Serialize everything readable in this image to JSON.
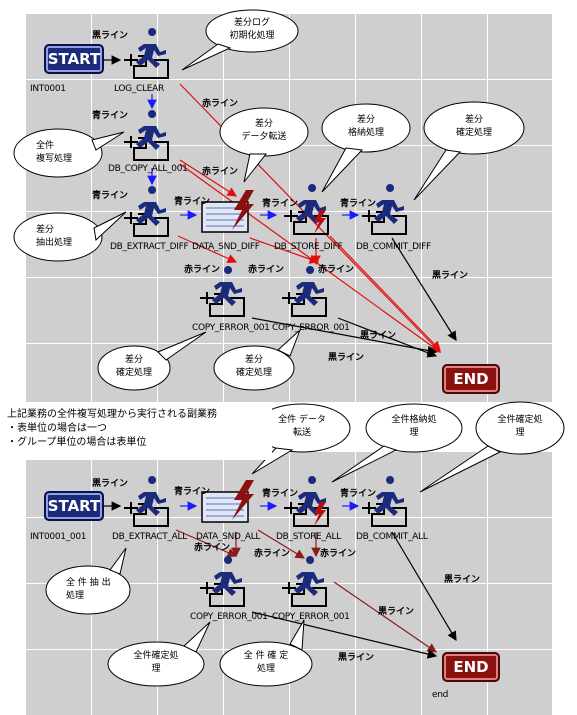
{
  "note": {
    "title": "上記業務の全件複写処理から実行される副業務",
    "items": [
      "・表単位の場合は一つ",
      "・グループ単位の場合は表単位"
    ]
  },
  "labels": {
    "start": "START",
    "end": "END",
    "start_id_top": "INT0001",
    "start_id_bottom": "INT0001_001",
    "log_clear": "LOG_CLEAR",
    "copy_all": "DB_COPY_ALL_001",
    "extract_diff": "DB_EXTRACT_DIFF",
    "data_snd_diff": "DATA_SND_DIFF",
    "store_diff": "DB_STORE_DIFF",
    "commit_diff": "DB_COMMIT_DIFF",
    "copy_err_1": "COPY_ERROR_001",
    "copy_err_2": "COPY_ERROR_001",
    "extract_all": "DB_EXTRACT_ALL",
    "data_snd_all": "DATA_SND_ALL",
    "store_all": "DB_STORE_ALL",
    "commit_all": "DB_COMMIT_ALL",
    "copy_err_3": "COPY_ERROR_001",
    "copy_err_4": "COPY_ERROR_001",
    "end_id": "end"
  },
  "lines": {
    "black": "黒ライン",
    "blue": "青ライン",
    "red": "赤ライン"
  },
  "callouts": {
    "log_init": [
      "差分ログ",
      "初期化処理"
    ],
    "full_copy": [
      "全件",
      "複写処理"
    ],
    "diff_extract": [
      "差分",
      "抽出処理"
    ],
    "diff_transfer": [
      "差分",
      "デー夕転送"
    ],
    "diff_store": [
      "差分",
      "格納処理"
    ],
    "diff_commit": [
      "差分",
      "確定処理"
    ],
    "diff_commit_2": [
      "差分",
      "確定処理"
    ],
    "diff_commit_3": [
      "差分",
      "確定処理"
    ],
    "all_transfer": [
      "全件 データ",
      "転送"
    ],
    "all_store": [
      "全件格納処",
      "理"
    ],
    "all_commit": [
      "全件確定処",
      "理"
    ],
    "all_extract": [
      "全 件 抽 出",
      "処理"
    ],
    "all_commit_2": [
      "全件確定処",
      "理"
    ],
    "all_commit_3": [
      "全 件 確 定",
      "処理"
    ]
  },
  "colors": {
    "black_line": "#000000",
    "blue_line": "#1a1aff",
    "red_line": "#e01010",
    "dark_red_line": "#8b1a1a",
    "grid": "#cfcfcf",
    "start_badge": "#1b2a7a",
    "end_badge": "#8b1111"
  }
}
